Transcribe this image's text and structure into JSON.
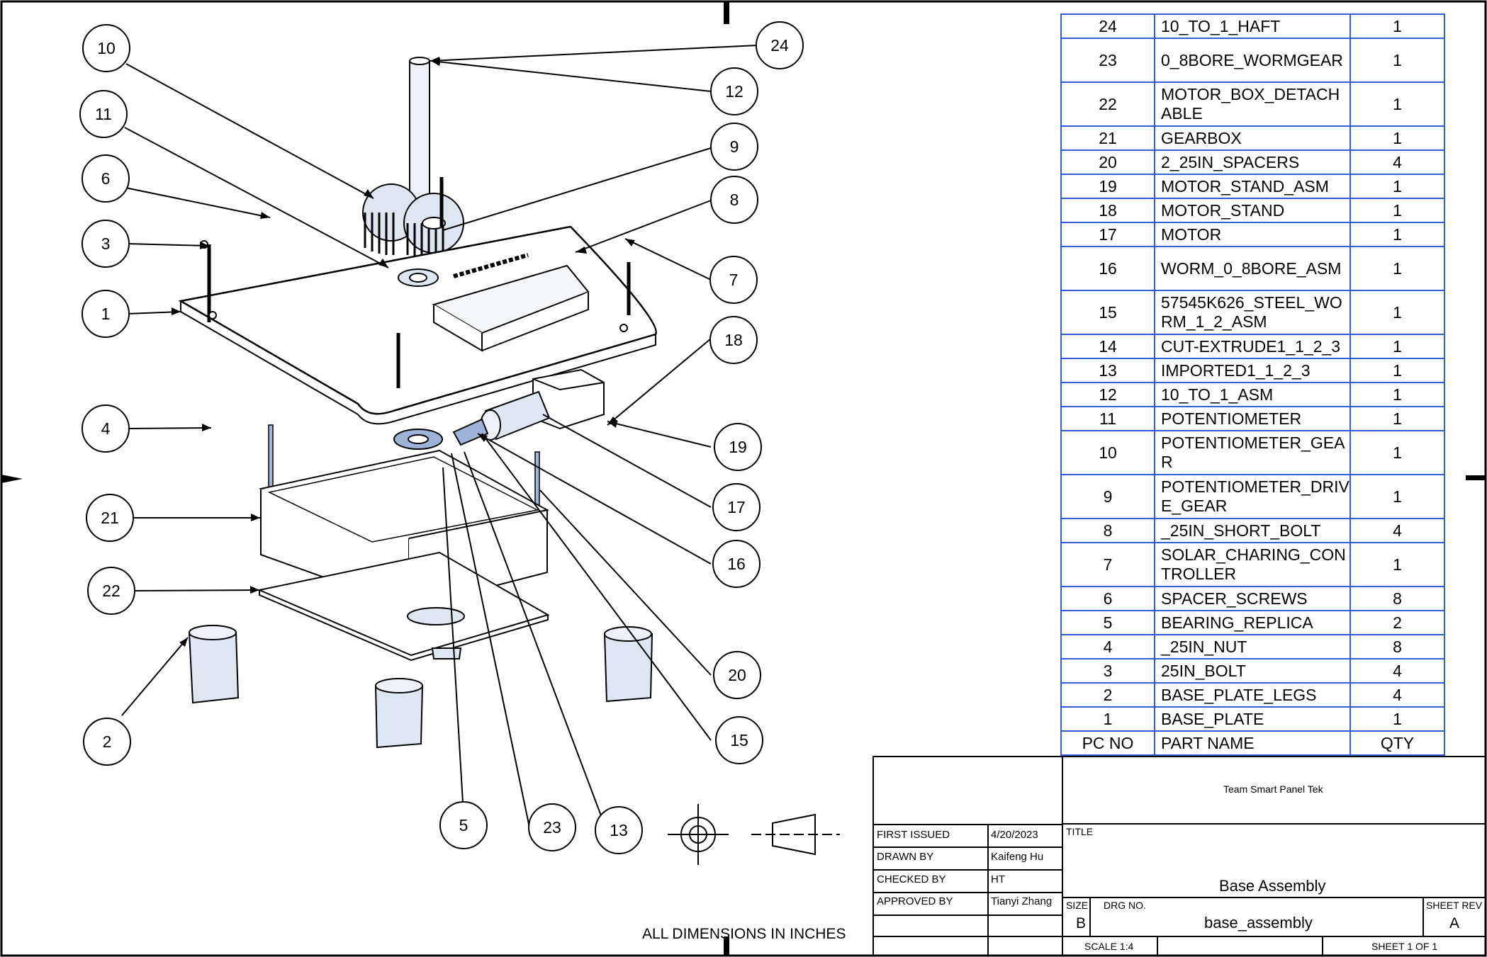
{
  "callouts": [
    "10",
    "11",
    "6",
    "3",
    "1",
    "4",
    "21",
    "22",
    "2",
    "24",
    "12",
    "9",
    "8",
    "7",
    "18",
    "19",
    "17",
    "16",
    "20",
    "15",
    "5",
    "23",
    "13"
  ],
  "bom": [
    {
      "pc": "24",
      "name": "10_TO_1_HAFT",
      "qty": "1"
    },
    {
      "pc": "23",
      "name": "0_8BORE_WORMGEAR",
      "qty": "1"
    },
    {
      "pc": "22",
      "name": "MOTOR_BOX_DETACHABLE",
      "qty": "1"
    },
    {
      "pc": "21",
      "name": "GEARBOX",
      "qty": "1"
    },
    {
      "pc": "20",
      "name": "2_25IN_SPACERS",
      "qty": "4"
    },
    {
      "pc": "19",
      "name": "MOTOR_STAND_ASM",
      "qty": "1"
    },
    {
      "pc": "18",
      "name": "MOTOR_STAND",
      "qty": "1"
    },
    {
      "pc": "17",
      "name": "MOTOR",
      "qty": "1"
    },
    {
      "pc": "16",
      "name": "WORM_0_8BORE_ASM",
      "qty": "1"
    },
    {
      "pc": "15",
      "name": "57545K626_STEEL_WORM_1_2_ASM",
      "qty": "1"
    },
    {
      "pc": "14",
      "name": "CUT-EXTRUDE1_1_2_3",
      "qty": "1"
    },
    {
      "pc": "13",
      "name": "IMPORTED1_1_2_3",
      "qty": "1"
    },
    {
      "pc": "12",
      "name": "10_TO_1_ASM",
      "qty": "1"
    },
    {
      "pc": "11",
      "name": "POTENTIOMETER",
      "qty": "1"
    },
    {
      "pc": "10",
      "name": "POTENTIOMETER_GEAR",
      "qty": "1"
    },
    {
      "pc": "9",
      "name": "POTENTIOMETER_DRIVE_GEAR",
      "qty": "1"
    },
    {
      "pc": "8",
      "name": "_25IN_SHORT_BOLT",
      "qty": "4"
    },
    {
      "pc": "7",
      "name": "SOLAR_CHARING_CONTROLLER",
      "qty": "1"
    },
    {
      "pc": "6",
      "name": "SPACER_SCREWS",
      "qty": "8"
    },
    {
      "pc": "5",
      "name": "BEARING_REPLICA",
      "qty": "2"
    },
    {
      "pc": "4",
      "name": "_25IN_NUT",
      "qty": "8"
    },
    {
      "pc": "3",
      "name": "25IN_BOLT",
      "qty": "4"
    },
    {
      "pc": "2",
      "name": "BASE_PLATE_LEGS",
      "qty": "4"
    },
    {
      "pc": "1",
      "name": "BASE_PLATE",
      "qty": "1"
    }
  ],
  "bom_header": {
    "pc": "PC NO",
    "name": "PART NAME",
    "qty": "QTY"
  },
  "title_block": {
    "company": "Team Smart Panel Tek",
    "first_issued_label": "FIRST ISSUED",
    "first_issued": "4/20/2023",
    "drawn_by_label": "DRAWN BY",
    "drawn_by": "Kaifeng Hu",
    "checked_by_label": "CHECKED BY",
    "checked_by": "HT",
    "approved_by_label": "APPROVED BY",
    "approved_by": "Tianyi Zhang",
    "title_label": "TITLE",
    "title": "Base Assembly",
    "size_label": "SIZE",
    "size": "B",
    "drg_label": "DRG NO.",
    "drg_no": "base_assembly",
    "rev_label": "SHEET REV",
    "rev": "A",
    "scale": "SCALE 1:4",
    "sheet": "SHEET 1 OF 1"
  },
  "units_note": "ALL DIMENSIONS IN INCHES"
}
